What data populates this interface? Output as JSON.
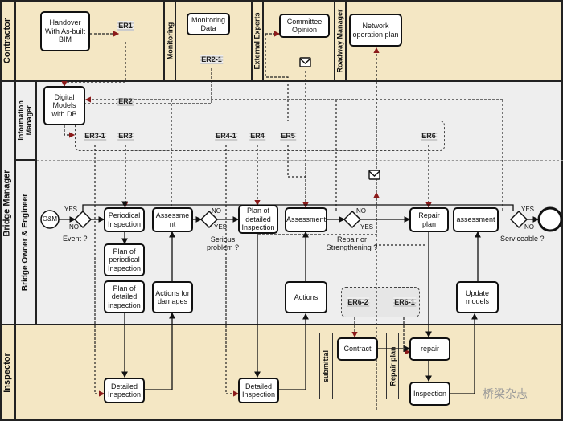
{
  "lanes": {
    "contractor": "Contractor",
    "monitoring": "Monitoring",
    "external_experts": "External Experts",
    "roadway_manager": "Roadway Manager",
    "bridge_manager": "Bridge Manager",
    "information_manager": "Information Manager",
    "bridge_owner": "Bridge Owner & Engineer",
    "inspector": "Inspector",
    "submittal": "submittal",
    "repair_plan": "Repair plan"
  },
  "tasks": {
    "handover": "Handover With As-built BIM",
    "monitoring_data": "Monitoring Data",
    "committee": "Committee Opinion",
    "network_plan": "Network operation plan",
    "digital_models": "Digital Models with DB",
    "periodical": "Periodical Inspection",
    "assessment1": "Assessme nt",
    "plan_detailed1": "Plan of detailed Inspection",
    "assessment2": "Assessment",
    "repair_plan": "Repair plan",
    "assessment3": "assessment",
    "plan_periodical": "Plan of periodical Inspection",
    "plan_detailed2": "Plan of detailed inspection",
    "actions_damages": "Actions for damages",
    "actions": "Actions",
    "update_models": "Update models",
    "detailed1": "Detailed Inspection",
    "detailed2": "Detailed Inspection",
    "contract": "Contract",
    "repair": "repair",
    "inspection": "Inspection"
  },
  "events": {
    "start": "O&M"
  },
  "er": {
    "er1": "ER1",
    "er2_1": "ER2-1",
    "er2": "ER2",
    "er3_1": "ER3-1",
    "er3": "ER3",
    "er4_1": "ER4-1",
    "er4": "ER4",
    "er5": "ER5",
    "er6": "ER6",
    "er6_2": "ER6-2",
    "er6_1": "ER6-1"
  },
  "gateways": {
    "event": "Event ?",
    "serious": "Serious problem ?",
    "repair": "Repair or Strengthening ?",
    "serviceable": "Serviceable ?",
    "yes": "YES",
    "no": "NO"
  },
  "watermark": "桥梁杂志",
  "colors": {
    "contractor_bg": "#f4e7c4",
    "manager_bg": "#eeeeee",
    "message_flow": "#8b1a1a"
  }
}
